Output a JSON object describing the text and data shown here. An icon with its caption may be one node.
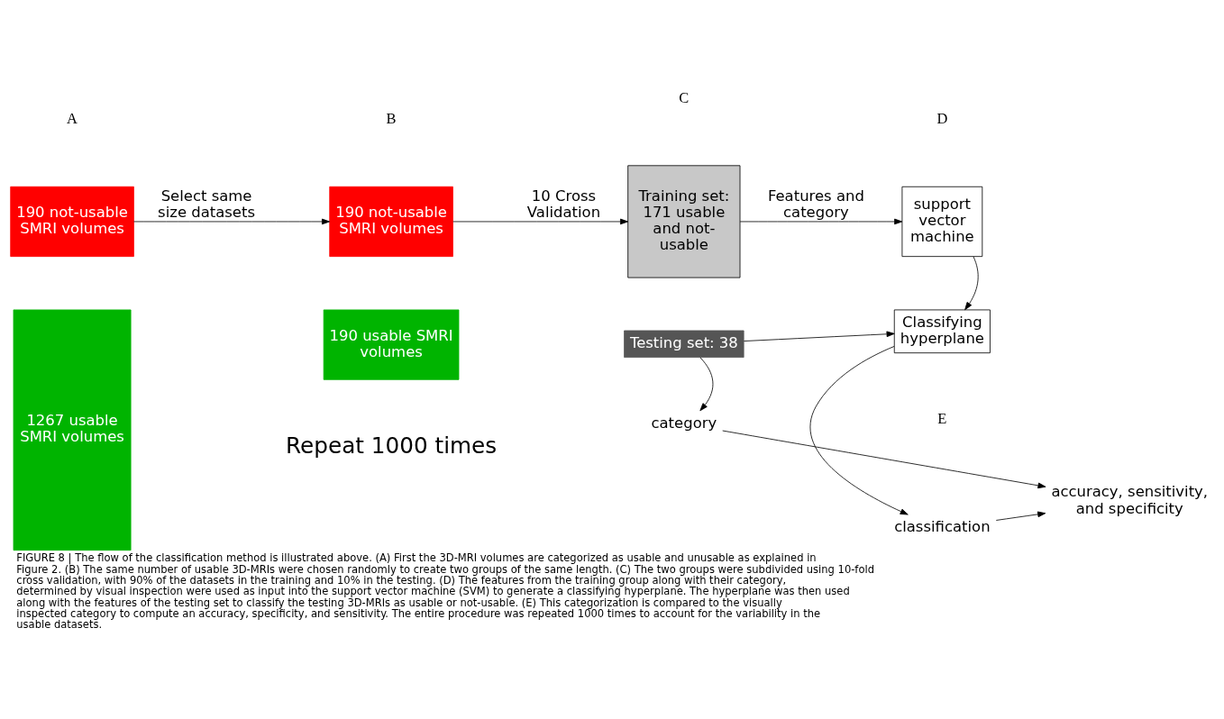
{
  "diagram": {
    "caption": "FIGURE 8 | The flow of the classification method is illustrated above. (A) First the 3D-MRI volumes are categorized as usable and unusable as explained in Figure 2. (B) The same number of usable 3D-MRIs were chosen randomly to create two groups of the same length. (C) The two groups were subdivided using 10-fold cross validation, with 90% of the datasets in the training and 10% in the testing. (D) The features from the training group along with their category, determined by visual inspection were used as input into the support vector machine (SVM) to generate a classifying hyperplane. The hyperplane was then used along with the features of the testing set to classify the testing 3D-MRIs as usable or not-usable. (E) This categorization is compared to the visually inspected category to compute an accuracy, specificity, and sensitivity. The entire procedure was repeated 1000 times to account for the variability in the usable datasets.",
    "nodes": [
      {
        "text": [
          "190 not-usable SMRI volumes"
        ]
      },
      {
        "text": [
          "1267 usable SMRI volumes"
        ]
      },
      {
        "text": [
          "190 not-usable SMRI volumes"
        ]
      },
      {
        "text": [
          "190 usable SMRI volumes"
        ]
      },
      {
        "text": [
          "Training set: 171 usable and not-usable"
        ]
      },
      {
        "text": [
          "support vector machine"
        ]
      },
      {
        "text": [
          "Classifying hyperplane"
        ]
      },
      {
        "text": [
          "Testing set: 38"
        ]
      },
      {
        "text": [
          "category"
        ]
      },
      {
        "text": [
          "classification"
        ]
      },
      {
        "text": [
          "accuracy, sensitivity, and specificity"
        ]
      }
    ],
    "edges": [
      {
        "from": 0,
        "to": 2,
        "arrow": "to",
        "label": "Select same size datasets"
      },
      {
        "from": 2,
        "to": 4,
        "arrow": "to",
        "label": "10 Cross Validation"
      },
      {
        "from": 4,
        "to": 5,
        "arrow": "to",
        "label": "Features and category"
      },
      {
        "from": 5,
        "to": 6,
        "arrow": "to"
      },
      {
        "from": 7,
        "to": 6,
        "arrow": "to"
      },
      {
        "from": 7,
        "to": 8,
        "arrow": "to"
      },
      {
        "from": 6,
        "to": 9,
        "arrow": "to"
      },
      {
        "from": 8,
        "to": 10,
        "arrow": "to"
      },
      {
        "from": 9,
        "to": 10,
        "arrow": "to"
      }
    ],
    "labels": [
      "A",
      "B",
      "C",
      "D",
      "E",
      "Repeat 1000 times"
    ]
  }
}
